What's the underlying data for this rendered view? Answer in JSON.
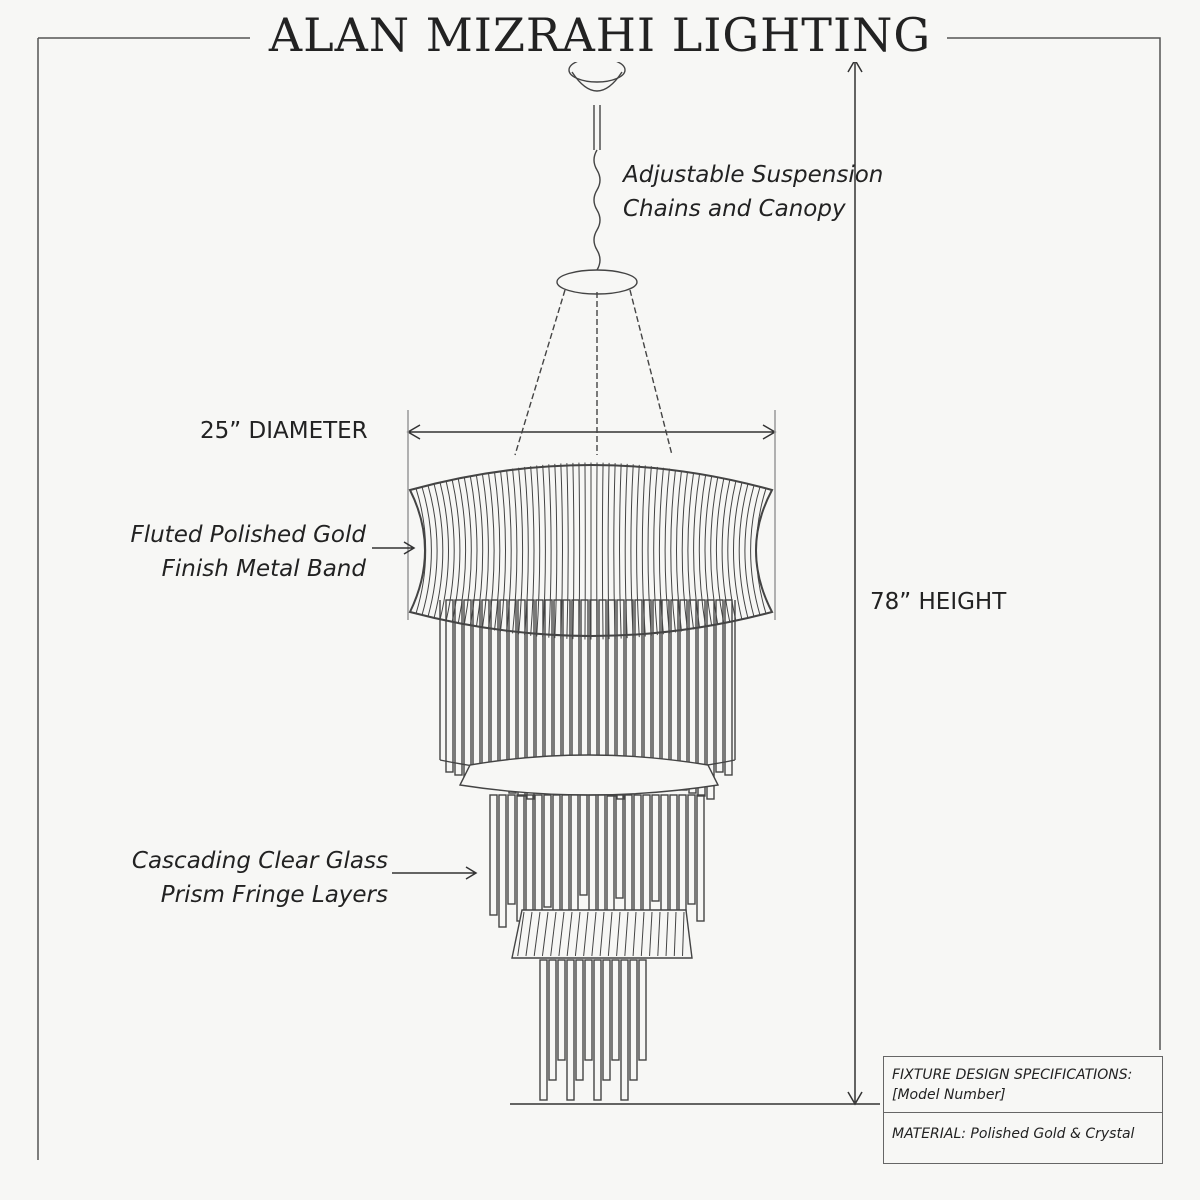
{
  "title": "ALAN MIZRAHI LIGHTING",
  "labels": {
    "suspension": [
      "Adjustable Suspension",
      "Chains and Canopy"
    ],
    "diameter": "25” DIAMETER",
    "band": [
      "Fluted Polished Gold",
      "Finish Metal Band"
    ],
    "height": "78” HEIGHT",
    "fringe": [
      "Cascading Clear Glass",
      "Prism Fringe Layers"
    ]
  },
  "spec_box": {
    "heading": "FIXTURE DESIGN SPECIFICATIONS:",
    "model": "[Model Number]",
    "material": "MATERIAL: Polished Gold & Crystal"
  },
  "colors": {
    "ink": "#333333",
    "paper": "#f7f7f5"
  }
}
